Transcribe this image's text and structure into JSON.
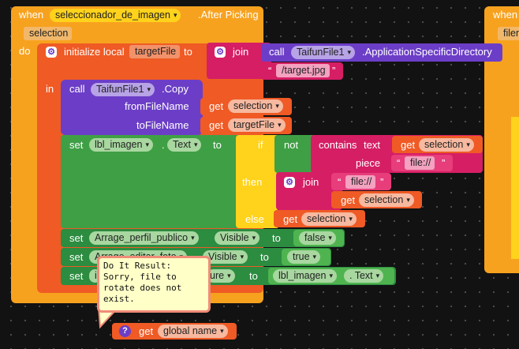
{
  "event": {
    "when": "when",
    "component": "seleccionador_de_imagen",
    "event_name": ".After Picking",
    "param": "selection",
    "do": "do"
  },
  "right_block": {
    "when": "when",
    "param": "filen"
  },
  "init": {
    "label": "initialize local",
    "var_name": "targetFile",
    "to": "to",
    "join": "join",
    "call": "call",
    "component": "TaifunFile1",
    "method": ".ApplicationSpecificDirectory",
    "quote_open": "“",
    "string": "/target.jpg",
    "quote_close": "”",
    "in": "in"
  },
  "copy_call": {
    "call": "call",
    "component": "TaifunFile1",
    "method": ".Copy",
    "from_label": "fromFileName",
    "to_label": "toFileName",
    "get": "get",
    "from_var": "selection",
    "to_var": "targetFile"
  },
  "set_text": {
    "set": "set",
    "component": "lbl_imagen",
    "dot": ".",
    "property": "Text",
    "to": "to"
  },
  "if_block": {
    "if": "if",
    "not": "not",
    "contains": "contains",
    "text_label": "text",
    "piece_label": "piece",
    "get": "get",
    "var": "selection",
    "piece_string": "file://",
    "then": "then",
    "join": "join",
    "join_string": "file://",
    "join_get": "get",
    "join_var": "selection",
    "else": "else",
    "else_get": "get",
    "else_var": "selection"
  },
  "set_visible_1": {
    "set": "set",
    "component": "Arrage_perfil_publico",
    "property": "Visible",
    "to": "to",
    "value": "false"
  },
  "set_visible_2": {
    "set": "set",
    "component": "Arrage_editar_foto",
    "property": "Visible",
    "to": "to",
    "value": "true"
  },
  "set_picture": {
    "set": "set",
    "component_visible": "i",
    "property_visible": "ure",
    "to": "to",
    "value_component": "lbl_imagen",
    "value_property": ". Text"
  },
  "tooltip": {
    "text": "Do It Result:\nSorry, file to\nrotate does not\nexist."
  },
  "global_get": {
    "help": "?",
    "get": "get",
    "name": "global name"
  },
  "dropdown_arrow": "▾"
}
